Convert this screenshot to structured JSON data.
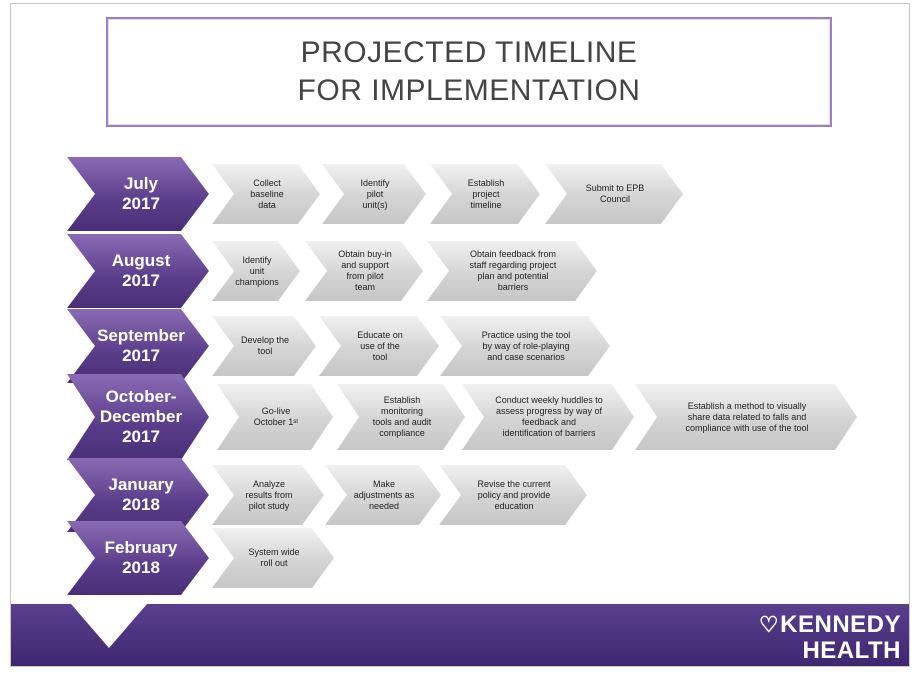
{
  "title": {
    "line1": "PROJECTED TIMELINE",
    "line2": "FOR IMPLEMENTATION"
  },
  "rows": [
    {
      "month": "July\n2017",
      "steps": [
        "Collect\nbaseline\ndata",
        "Identify\npilot\nunit(s)",
        "Establish\nproject\ntimeline",
        "Submit to EPB\nCouncil"
      ]
    },
    {
      "month": "August\n2017",
      "steps": [
        "Identify\nunit\nchampions",
        "Obtain buy-in\nand support\nfrom pilot\nteam",
        "Obtain feedback from\nstaff regarding project\nplan and potential\nbarriers"
      ]
    },
    {
      "month": "September\n2017",
      "steps": [
        "Develop the\ntool",
        "Educate on\nuse of the\ntool",
        "Practice using the tool\nby way of role-playing\nand case scenarios"
      ]
    },
    {
      "month": "October-\nDecember\n2017",
      "steps": [
        "Go-live\nOctober 1ˢᵗ",
        "Establish\nmonitoring\ntools and audit\ncompliance",
        "Conduct weekly huddles to\nassess progress by way of\nfeedback and\nidentification of barriers",
        "Establish a method to visually\nshare data related to falls and\ncompliance with use of the tool"
      ]
    },
    {
      "month": "January\n2018",
      "steps": [
        "Analyze\nresults from\npilot study",
        "Make\nadjustments as\nneeded",
        "Revise the current\npolicy and provide\neducation"
      ]
    },
    {
      "month": "February\n2018",
      "steps": [
        "System wide\nroll out"
      ]
    }
  ],
  "logo": {
    "line1": "KENNEDY",
    "line2": "HEALTH",
    "mark": "heart-icon"
  },
  "colors": {
    "month_fill": "#5a3d8a",
    "step_fill": "#d4d4d4",
    "footer": "#4a3280",
    "title_border": "#9b7fc1"
  }
}
